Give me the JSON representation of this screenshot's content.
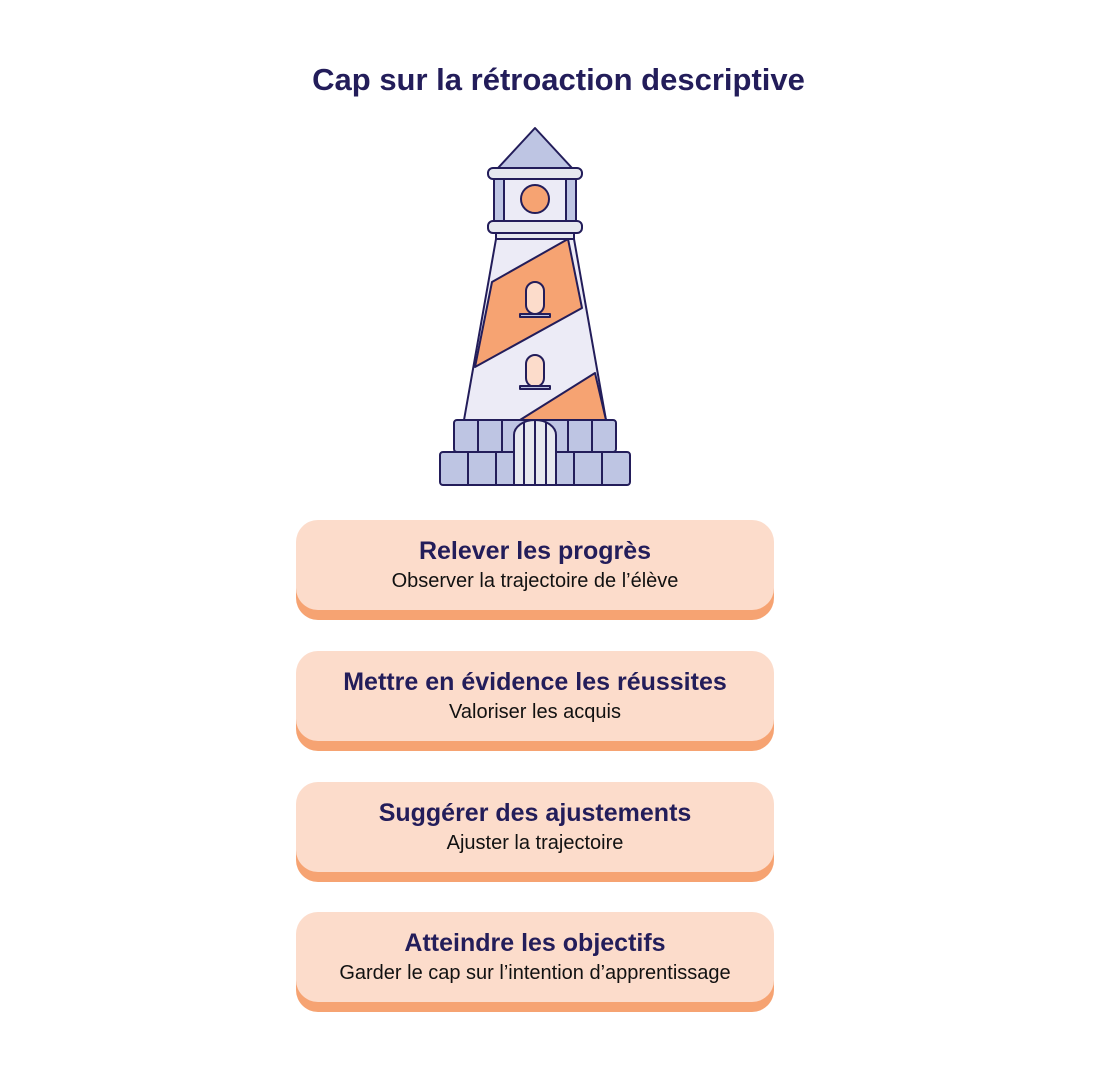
{
  "title": "Cap sur la rétroaction descriptive",
  "colors": {
    "navy": "#231d5a",
    "peach": "#fcdccb",
    "orange": "#f6a372",
    "lavender": "#bec5e3",
    "pale": "#ecebf6"
  },
  "steps": [
    {
      "heading": "Relever les progrès",
      "subtitle": "Observer la trajectoire de l’élève"
    },
    {
      "heading": "Mettre en évidence les réussites",
      "subtitle": "Valoriser les acquis"
    },
    {
      "heading": "Suggérer des ajustements",
      "subtitle": "Ajuster la trajectoire"
    },
    {
      "heading": "Atteindre les objectifs",
      "subtitle": "Garder le cap sur l’intention d’apprentissage"
    }
  ]
}
